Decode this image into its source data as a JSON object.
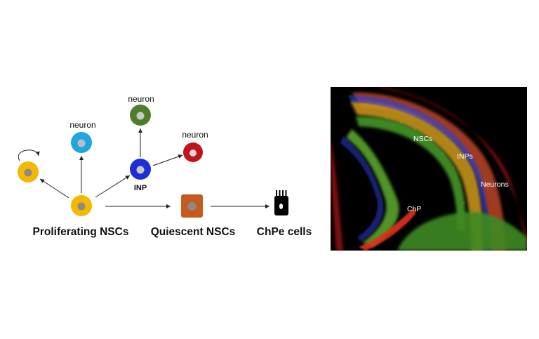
{
  "diagram": {
    "cell_labels": {
      "neuron_left": "neuron",
      "neuron_top": "neuron",
      "neuron_right": "neuron",
      "inp": "INP"
    },
    "group_labels": {
      "proliferating": "Proliferating NSCs",
      "quiescent": "Quiescent NSCs",
      "chpe": "ChPe cells"
    },
    "colors": {
      "nsc": "#f5b800",
      "neuron_blue": "#1fa6e0",
      "neuron_green": "#4f7d2a",
      "neuron_red": "#c0141a",
      "inp": "#1f2fd6",
      "quiescent": "#c45a1e",
      "chpe": "#000000"
    }
  },
  "micrograph": {
    "labels": {
      "nscs": "NSCs",
      "inps": "INPs",
      "neurons": "Neurons",
      "chp": "ChP"
    }
  }
}
